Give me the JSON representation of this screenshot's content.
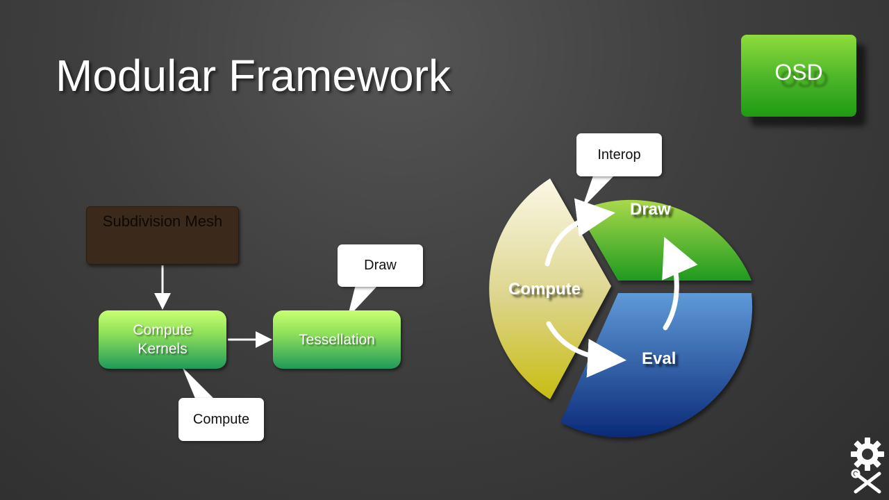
{
  "slide": {
    "title": "Modular Framework",
    "badge": "OSD"
  },
  "flow": {
    "mesh": "Subdivision Mesh",
    "kernels_line1": "Compute",
    "kernels_line2": "Kernels",
    "tessellation": "Tessellation",
    "callout_draw": "Draw",
    "callout_compute": "Compute"
  },
  "cycle": {
    "callout_interop": "Interop",
    "draw": "Draw",
    "eval": "Eval",
    "compute": "Compute"
  },
  "colors": {
    "draw_segment": "#5cb82a",
    "eval_segment": "#2d5fa8",
    "compute_segment": "#d8d37a",
    "mesh_box": "#3b2a1c",
    "badge": "#4fb82a"
  },
  "icons": {
    "logo": "gear-tools-icon"
  }
}
